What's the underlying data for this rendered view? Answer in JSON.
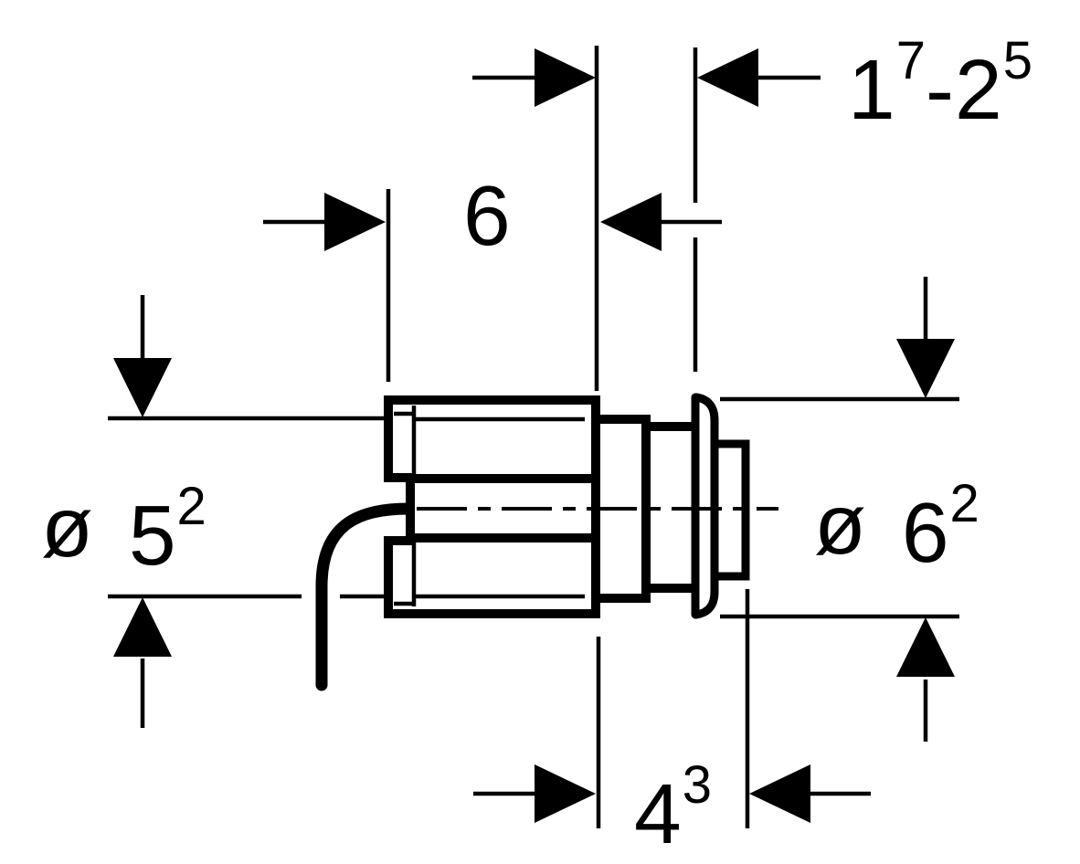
{
  "colors": {
    "background": "#ffffff",
    "ink": "#000000"
  },
  "drawing": {
    "subject": "wall-mounted-actuator-side-view-with-cable",
    "dims": {
      "top_range": {
        "display": "17-25",
        "main_a": "1",
        "sup_a": "7",
        "sep": "-",
        "main_b": "2",
        "sup_b": "5"
      },
      "body_length": {
        "display": "6",
        "main": "6"
      },
      "dia_left": {
        "display": "ø 52",
        "symbol": "ø",
        "main": "5",
        "sup": "2"
      },
      "dia_right": {
        "display": "ø 62",
        "symbol": "ø",
        "main": "6",
        "sup": "2"
      },
      "depth": {
        "display": "43",
        "main": "4",
        "sup": "3"
      }
    }
  }
}
